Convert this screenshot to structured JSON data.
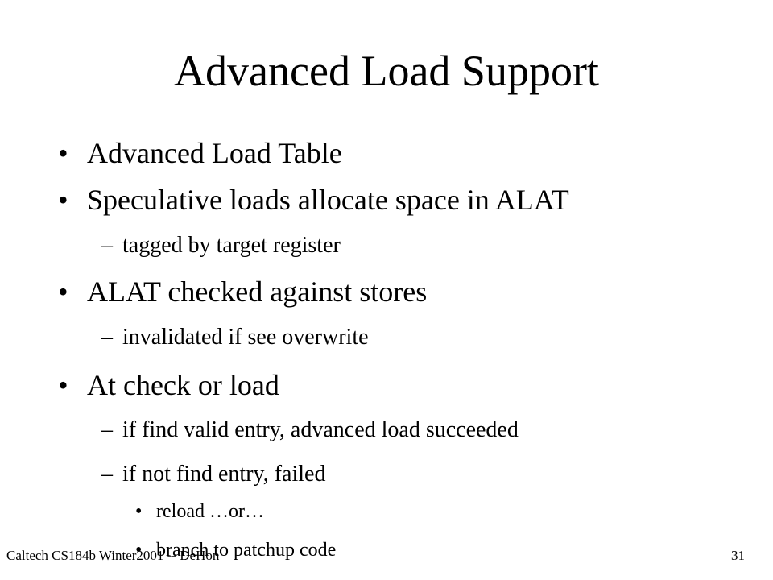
{
  "slide": {
    "title": "Advanced Load Support",
    "bullet_mark": "•",
    "dash_mark": "–",
    "items": [
      {
        "text": "Advanced Load Table"
      },
      {
        "text": "Speculative loads allocate space in ALAT"
      },
      {
        "text": "tagged by target register"
      },
      {
        "text": "ALAT checked against stores"
      },
      {
        "text": "invalidated if see overwrite"
      },
      {
        "text": "At check or load"
      },
      {
        "text": "if find valid entry, advanced load succeeded"
      },
      {
        "text": "if not find entry, failed"
      },
      {
        "text": "reload …or…"
      },
      {
        "text": "branch to patchup code"
      }
    ]
  },
  "footer": {
    "left": "Caltech CS184b Winter2001 -- DeHon",
    "page_number": "31"
  }
}
